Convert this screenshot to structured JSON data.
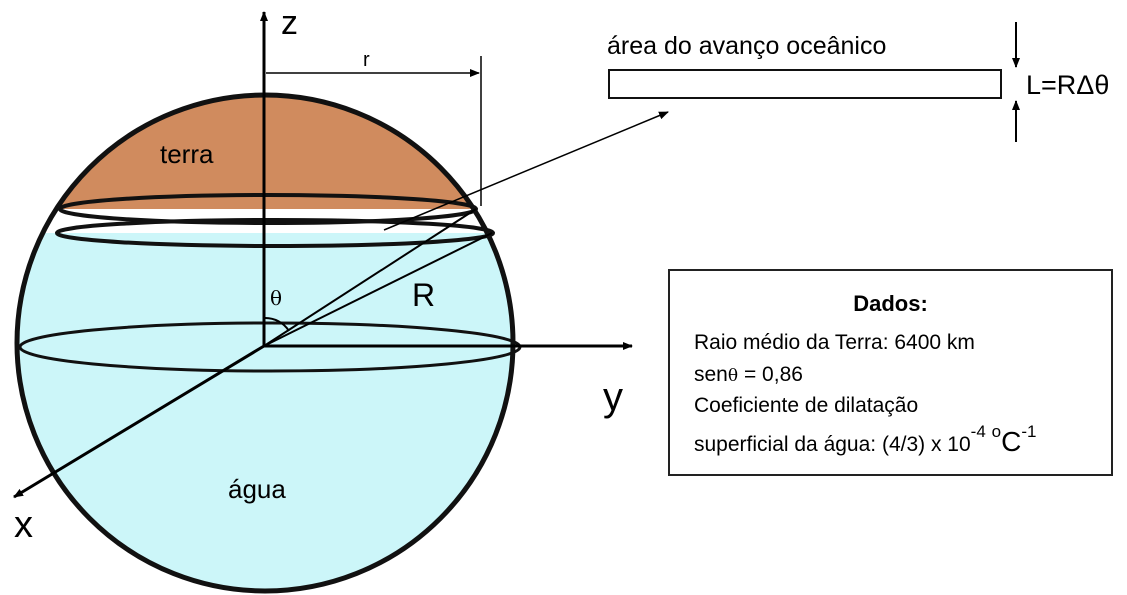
{
  "axes": {
    "z": "z",
    "y": "y",
    "x": "x"
  },
  "labels": {
    "terra": "terra",
    "agua": "água",
    "r": "r",
    "R": "R",
    "theta": "θ"
  },
  "strip": {
    "title": "área do avanço oceânico",
    "width_formula": "L=RΔθ"
  },
  "dados": {
    "title": "Dados:",
    "raio": "Raio médio da Terra: 6400 km",
    "sen_prefix": "sen",
    "sen_theta": "θ",
    "sen_value": "= 0,86",
    "coef_line1": "Coeficiente de dilatação",
    "coef_line2_prefix": "superficial da água: (4/3) x 10",
    "coef_exp": "-4",
    "coef_unit_deg": "o",
    "coef_unit_c": "C",
    "coef_unit_exp": "-1"
  },
  "colors": {
    "land": "#d08b5e",
    "water": "#ccf6f9",
    "outline": "#111111"
  }
}
